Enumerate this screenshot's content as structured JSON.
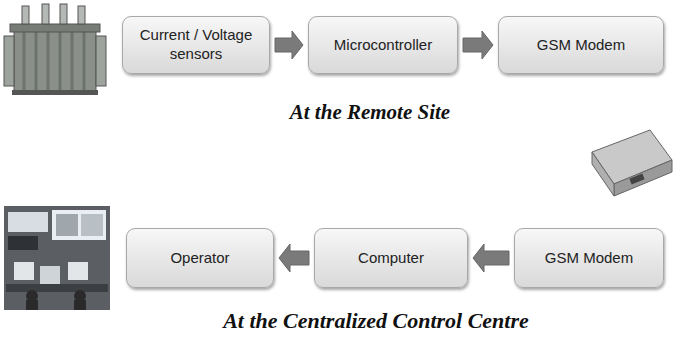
{
  "diagram": {
    "nodes": [
      {
        "text": [
          "Current / Voltage sensors"
        ]
      },
      {
        "text": [
          "Microcontroller"
        ]
      },
      {
        "text": [
          "GSM Modem"
        ]
      },
      {
        "text": [
          "Operator"
        ]
      },
      {
        "text": [
          "Computer"
        ]
      },
      {
        "text": [
          "GSM Modem"
        ]
      }
    ],
    "edges": [
      {
        "from": 0,
        "to": 1,
        "arrow": "to"
      },
      {
        "from": 1,
        "to": 2,
        "arrow": "to"
      },
      {
        "from": 5,
        "to": 4,
        "arrow": "to"
      },
      {
        "from": 4,
        "to": 3,
        "arrow": "to"
      }
    ],
    "labels": [
      "At the Remote Site",
      "At the Centralized Control Centre"
    ]
  }
}
